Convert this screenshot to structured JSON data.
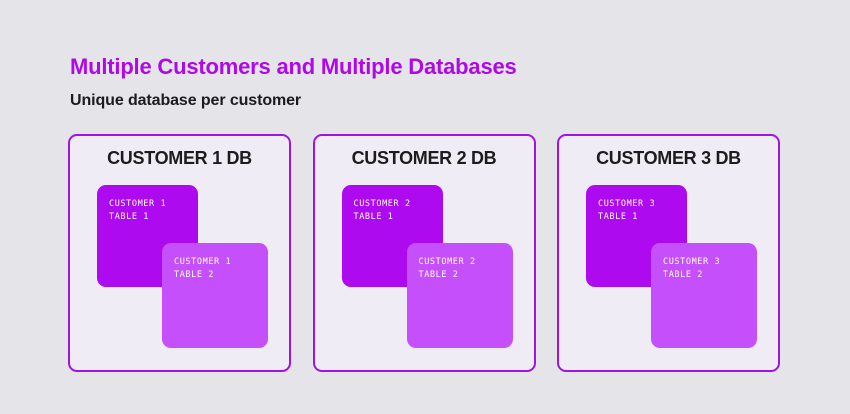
{
  "page": {
    "background_color": "#e5e4e9",
    "title": "Multiple Customers and Multiple Databases",
    "title_color": "#ae0ae8",
    "subtitle": "Unique database per customer",
    "subtitle_color": "#1b1b1e"
  },
  "theme": {
    "card_background": "#f0ecf6",
    "card_border": "#a013e6",
    "table_primary_color": "#ad0af0",
    "table_secondary_color": "#c550fb",
    "table_text_color": "#ffffff"
  },
  "cards": [
    {
      "title": "CUSTOMER 1 DB",
      "tables": [
        {
          "line1": "CUSTOMER 1",
          "line2": "TABLE 1",
          "shade": "primary"
        },
        {
          "line1": "CUSTOMER 1",
          "line2": "TABLE 2",
          "shade": "secondary"
        }
      ]
    },
    {
      "title": "CUSTOMER 2 DB",
      "tables": [
        {
          "line1": "CUSTOMER 2",
          "line2": "TABLE 1",
          "shade": "primary"
        },
        {
          "line1": "CUSTOMER 2",
          "line2": "TABLE 2",
          "shade": "secondary"
        }
      ]
    },
    {
      "title": "CUSTOMER 3 DB",
      "tables": [
        {
          "line1": "CUSTOMER 3",
          "line2": "TABLE 1",
          "shade": "primary"
        },
        {
          "line1": "CUSTOMER 3",
          "line2": "TABLE 2",
          "shade": "secondary"
        }
      ]
    }
  ]
}
